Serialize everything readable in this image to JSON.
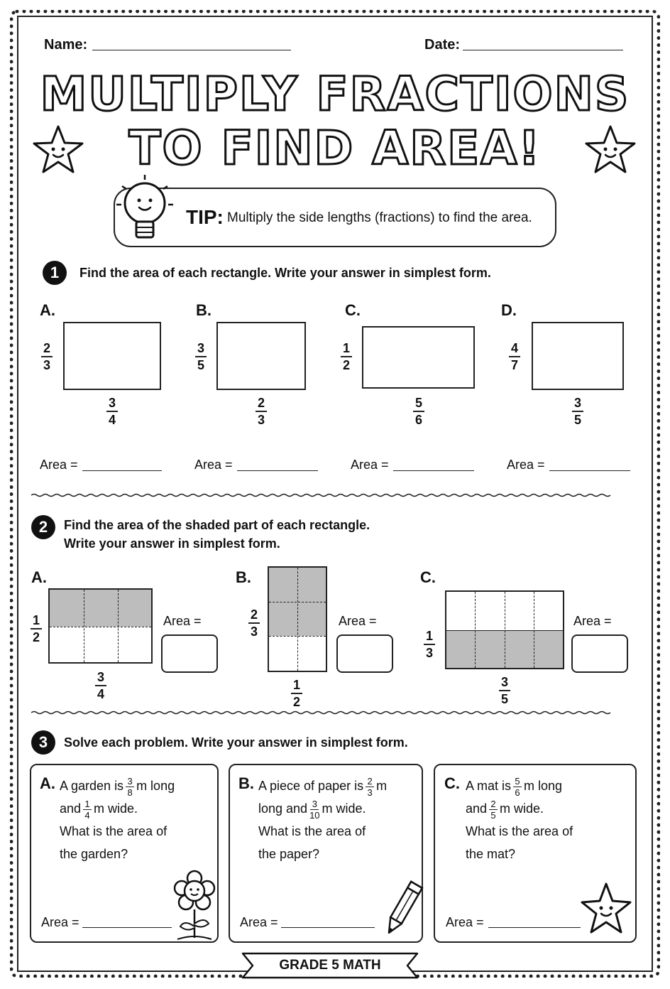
{
  "header": {
    "name_label": "Name:",
    "date_label": "Date:"
  },
  "title": {
    "line1": "MULTIPLY FRACTIONS",
    "line2": "TO FIND AREA!"
  },
  "tip": {
    "label": "TIP:",
    "text": "Multiply the side lengths (fractions) to find the area."
  },
  "section1": {
    "number": "1",
    "instruction": "Find the area of each rectangle. Write your answer in simplest form.",
    "area_label": "Area =",
    "items": [
      {
        "letter": "A.",
        "side_num": "2",
        "side_den": "3",
        "bottom_num": "3",
        "bottom_den": "4"
      },
      {
        "letter": "B.",
        "side_num": "3",
        "side_den": "5",
        "bottom_num": "2",
        "bottom_den": "3"
      },
      {
        "letter": "C.",
        "side_num": "1",
        "side_den": "2",
        "bottom_num": "5",
        "bottom_den": "6"
      },
      {
        "letter": "D.",
        "side_num": "4",
        "side_den": "7",
        "bottom_num": "3",
        "bottom_den": "5"
      }
    ]
  },
  "section2": {
    "number": "2",
    "instruction_line1": "Find the area of the shaded part of each rectangle.",
    "instruction_line2": "Write your answer in simplest form.",
    "area_label": "Area =",
    "items": [
      {
        "letter": "A.",
        "side_num": "1",
        "side_den": "2",
        "bottom_num": "3",
        "bottom_den": "4"
      },
      {
        "letter": "B.",
        "side_num": "2",
        "side_den": "3",
        "bottom_num": "1",
        "bottom_den": "2"
      },
      {
        "letter": "C.",
        "side_num": "1",
        "side_den": "3",
        "bottom_num": "3",
        "bottom_den": "5"
      }
    ]
  },
  "section3": {
    "number": "3",
    "instruction": "Solve each problem. Write your answer in simplest form.",
    "area_label": "Area =",
    "problems": [
      {
        "letter": "A.",
        "t1": "A garden is",
        "f1_num": "3",
        "f1_den": "8",
        "t2": "m long",
        "t3": "and",
        "f2_num": "1",
        "f2_den": "4",
        "t4": "m wide.",
        "q1": "What is the area of",
        "q2": "the garden?"
      },
      {
        "letter": "B.",
        "t1": "A piece of paper is",
        "f1_num": "2",
        "f1_den": "3",
        "t2": "m",
        "t3": "long and",
        "f2_num": "3",
        "f2_den": "10",
        "t4": "m wide.",
        "q1": "What is the area of",
        "q2": "the paper?"
      },
      {
        "letter": "C.",
        "t1": "A mat is",
        "f1_num": "5",
        "f1_den": "6",
        "t2": "m long",
        "t3": "and",
        "f2_num": "2",
        "f2_den": "5",
        "t4": "m wide.",
        "q1": "What is the area of",
        "q2": "the mat?"
      }
    ]
  },
  "footer": {
    "label": "GRADE 5 MATH"
  },
  "colors": {
    "ink": "#111111",
    "shade": "#bdbdbd"
  },
  "icons": [
    "star-icon",
    "lightbulb-icon",
    "flower-icon",
    "pencil-icon"
  ]
}
